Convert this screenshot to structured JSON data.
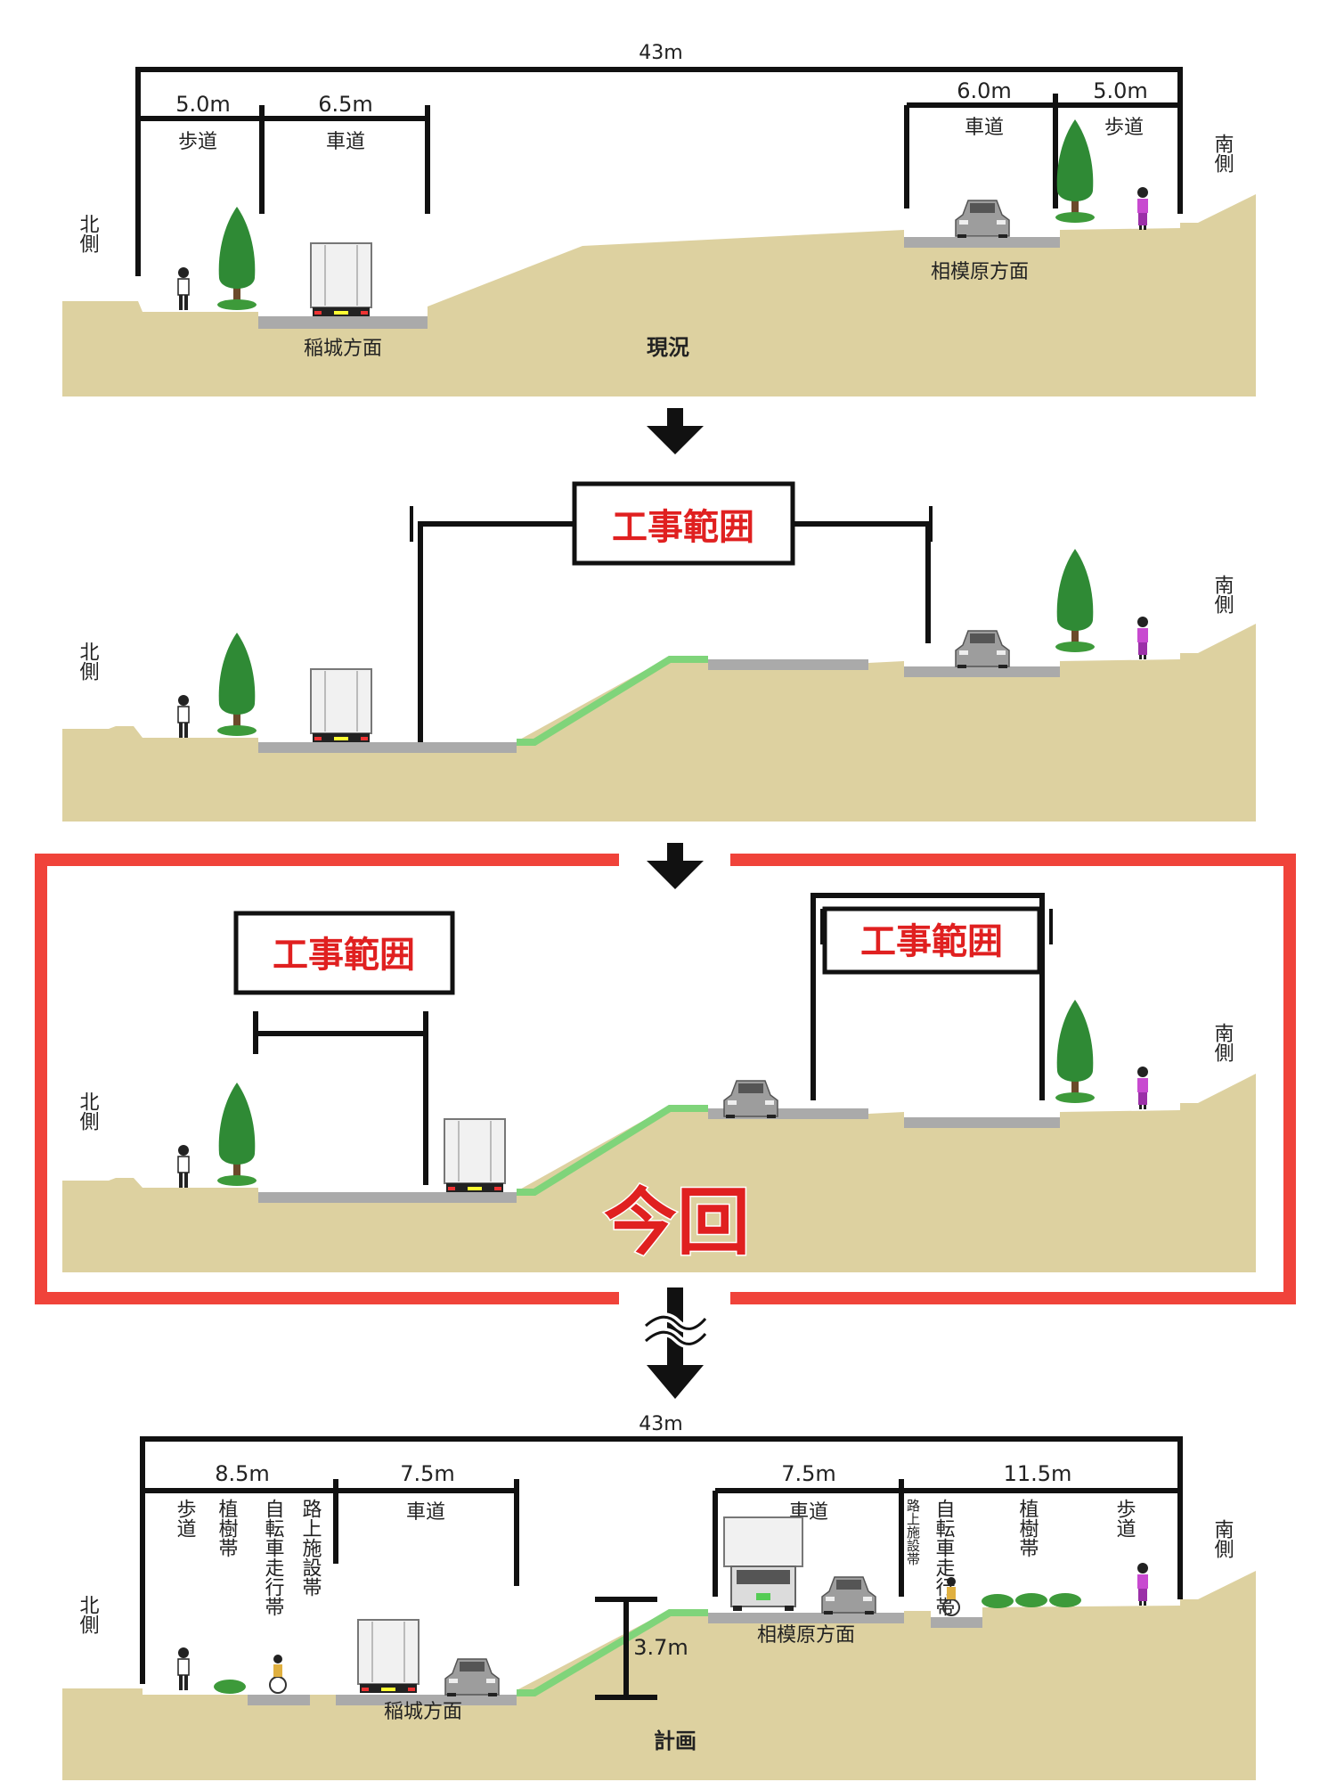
{
  "colors": {
    "ground": "#ddd1a0",
    "road": "#aaaaaa",
    "slope_green": "#7fd47a",
    "frame_red": "#f0433a",
    "label_red": "#e02020",
    "tree": "#2f8a35"
  },
  "sides": {
    "north": "北側",
    "south": "南側"
  },
  "current": {
    "caption": "現況",
    "total_width": "43m",
    "north_sidewalk_width": "5.0m",
    "north_sidewalk_label": "歩道",
    "north_road_width": "6.5m",
    "north_road_label": "車道",
    "south_road_width": "6.0m",
    "south_road_label": "車道",
    "south_sidewalk_width": "5.0m",
    "south_sidewalk_label": "歩道",
    "north_direction": "稲城方面",
    "south_direction": "相模原方面"
  },
  "stage2": {
    "construction_label": "工事範囲"
  },
  "stage3": {
    "construction_label_left": "工事範囲",
    "construction_label_right": "工事範囲",
    "highlight_label": "今回"
  },
  "plan": {
    "caption": "計画",
    "total_width": "43m",
    "north_side_width": "8.5m",
    "north_road_width": "7.5m",
    "south_road_width": "7.5m",
    "south_side_width": "11.5m",
    "north_labels": [
      "歩道",
      "植樹帯",
      "自転車走行帯",
      "路上施設帯"
    ],
    "north_road_label": "車道",
    "south_road_label": "車道",
    "south_labels": [
      "路上施設帯",
      "自転車走行帯",
      "植樹帯",
      "歩道"
    ],
    "height_diff": "3.7m",
    "north_direction": "稲城方面",
    "south_direction": "相模原方面"
  },
  "icons": [
    "down-arrow-icon",
    "tree-icon",
    "truck-icon",
    "car-icon",
    "pedestrian-icon",
    "cyclist-icon",
    "shrub-icon"
  ]
}
